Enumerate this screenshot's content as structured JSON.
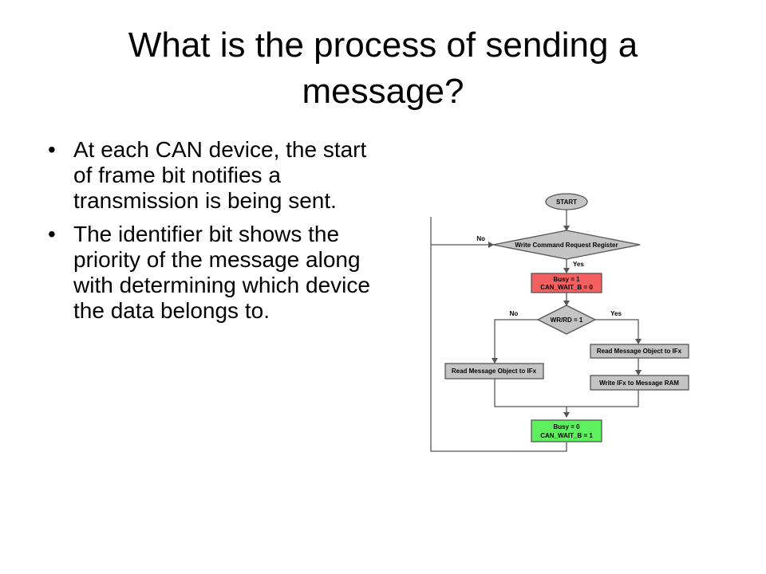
{
  "slide": {
    "title": "What is the process of sending a message?",
    "bullets": [
      "At each CAN device, the start of frame bit notifies a transmission is being sent.",
      "The identifier bit shows the priority of the message along with determining which device the data belongs to."
    ]
  },
  "flowchart": {
    "start": "START",
    "decision_1": "Write Command Request Register",
    "decision_1_no": "No",
    "decision_1_yes": "Yes",
    "busy_set_line1": "Busy = 1",
    "busy_set_line2": "CAN_WAIT_B = 0",
    "decision_2": "WR/RD = 1",
    "decision_2_no": "No",
    "decision_2_yes": "Yes",
    "read_to_ifx_right": "Read Message Object to IFx",
    "read_to_ifx_left": "Read Message Object to IFx",
    "write_ifx_ram": "Write IFx to Message RAM",
    "busy_clear_line1": "Busy = 0",
    "busy_clear_line2": "CAN_WAIT_B = 1",
    "colors": {
      "busy_set_fill": "#f46060",
      "busy_clear_fill": "#5ef05e",
      "box_fill": "#c4c4c4",
      "line": "#555555"
    }
  }
}
